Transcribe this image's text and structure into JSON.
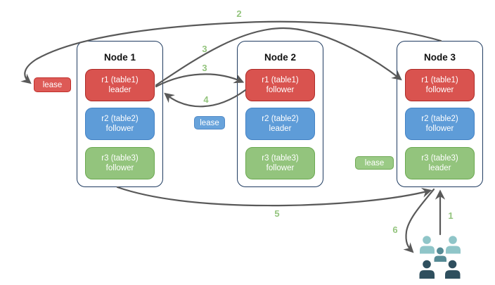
{
  "nodes": [
    {
      "title": "Node 1",
      "replicas": [
        {
          "name": "r1 (table1)",
          "role": "leader",
          "color": "red"
        },
        {
          "name": "r2 (table2)",
          "role": "follower",
          "color": "blue"
        },
        {
          "name": "r3 (table3)",
          "role": "follower",
          "color": "green"
        }
      ]
    },
    {
      "title": "Node 2",
      "replicas": [
        {
          "name": "r1 (table1)",
          "role": "follower",
          "color": "red"
        },
        {
          "name": "r2 (table2)",
          "role": "leader",
          "color": "blue"
        },
        {
          "name": "r3 (table3)",
          "role": "follower",
          "color": "green"
        }
      ]
    },
    {
      "title": "Node 3",
      "replicas": [
        {
          "name": "r1 (table1)",
          "role": "follower",
          "color": "red"
        },
        {
          "name": "r2 (table2)",
          "role": "follower",
          "color": "blue"
        },
        {
          "name": "r3 (table3)",
          "role": "leader",
          "color": "green"
        }
      ]
    }
  ],
  "leases": [
    {
      "label": "lease",
      "color": "red"
    },
    {
      "label": "lease",
      "color": "blue"
    },
    {
      "label": "lease",
      "color": "green"
    }
  ],
  "steps": [
    "1",
    "2",
    "3",
    "3",
    "4",
    "5",
    "6"
  ],
  "arrows": [
    {
      "label": "1",
      "from": "users-group",
      "to": "node3-bottom"
    },
    {
      "label": "2",
      "from": "node3-top",
      "to": "red-lease-badge"
    },
    {
      "label": "3",
      "from": "node1-r1-leader",
      "to": "node3-r1-follower"
    },
    {
      "label": "3",
      "from": "node1-r1-leader",
      "to": "node2-r1-follower"
    },
    {
      "label": "4",
      "from": "node2-r1-follower",
      "to": "node1-r1-leader"
    },
    {
      "label": "5",
      "from": "node1-bottom",
      "to": "node3-bottom"
    },
    {
      "label": "6",
      "from": "node3-bottom",
      "to": "users-group"
    }
  ],
  "icons": {
    "users_group": "users-group-icon"
  },
  "colors": {
    "replica_red": "#d9534f",
    "replica_blue": "#5e9cd8",
    "replica_green": "#93c47d",
    "node_border": "#1f3b60",
    "arrow": "#595959",
    "step_label": "#93c47d",
    "users_light": "#8fc5c8",
    "users_medium": "#568b95",
    "users_dark": "#2f4f5e"
  }
}
